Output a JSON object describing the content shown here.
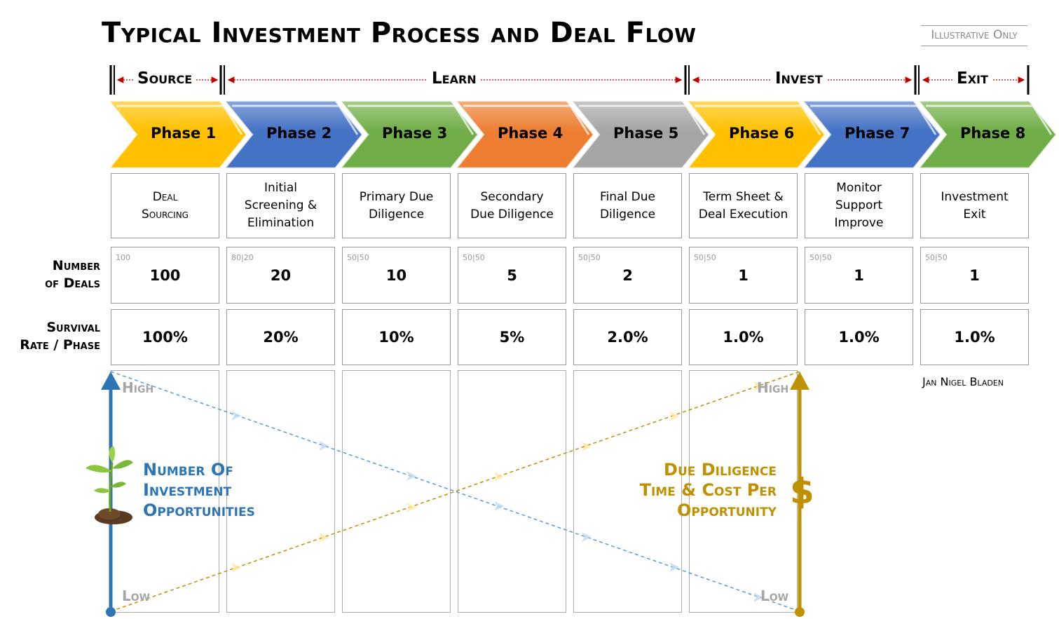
{
  "title": "Typical Investment Process and Deal Flow",
  "illustrative": "Illustrative Only",
  "stages": [
    {
      "label": "Source"
    },
    {
      "label": "Learn"
    },
    {
      "label": "Invest"
    },
    {
      "label": "Exit"
    }
  ],
  "phases": [
    {
      "label": "Phase 1",
      "color": "#ffc000",
      "desc": [
        "Deal",
        "Sourcing"
      ],
      "smallcaps": true,
      "ratio": "100",
      "deals": "100",
      "survival": "100%"
    },
    {
      "label": "Phase 2",
      "color": "#4472c4",
      "desc": [
        "Initial",
        "Screening &",
        "Elimination"
      ],
      "smallcaps": false,
      "ratio": "80|20",
      "deals": "20",
      "survival": "20%"
    },
    {
      "label": "Phase 3",
      "color": "#70ad47",
      "desc": [
        "Primary Due",
        "Diligence"
      ],
      "smallcaps": false,
      "ratio": "50|50",
      "deals": "10",
      "survival": "10%"
    },
    {
      "label": "Phase 4",
      "color": "#ed7d31",
      "desc": [
        "Secondary",
        "Due Diligence"
      ],
      "smallcaps": false,
      "ratio": "50|50",
      "deals": "5",
      "survival": "5%"
    },
    {
      "label": "Phase 5",
      "color": "#a5a5a5",
      "desc": [
        "Final Due",
        "Diligence"
      ],
      "smallcaps": false,
      "ratio": "50|50",
      "deals": "2",
      "survival": "2.0%"
    },
    {
      "label": "Phase 6",
      "color": "#ffc000",
      "desc": [
        "Term Sheet &",
        "Deal Execution"
      ],
      "smallcaps": false,
      "ratio": "50|50",
      "deals": "1",
      "survival": "1.0%"
    },
    {
      "label": "Phase 7",
      "color": "#4472c4",
      "desc": [
        "Monitor",
        "Support",
        "Improve"
      ],
      "smallcaps": false,
      "ratio": "50|50",
      "deals": "1",
      "survival": "1.0%"
    },
    {
      "label": "Phase 8",
      "color": "#70ad47",
      "desc": [
        "Investment",
        "Exit"
      ],
      "smallcaps": false,
      "ratio": "50|50",
      "deals": "1",
      "survival": "1.0%"
    }
  ],
  "rows": {
    "deals_label": [
      "Number",
      "of Deals"
    ],
    "survival_label": [
      "Survival",
      "Rate / Phase"
    ]
  },
  "axis": {
    "left_title": [
      "Number Of",
      "Investment",
      "Opportunities"
    ],
    "right_title": [
      "Due Diligence",
      "Time & Cost Per",
      "Opportunity"
    ],
    "high": "High",
    "low": "Low",
    "dollar": "$",
    "left_color": "#2e75b6",
    "right_color": "#bf9000"
  },
  "author": "Jan Nigel Bladen"
}
